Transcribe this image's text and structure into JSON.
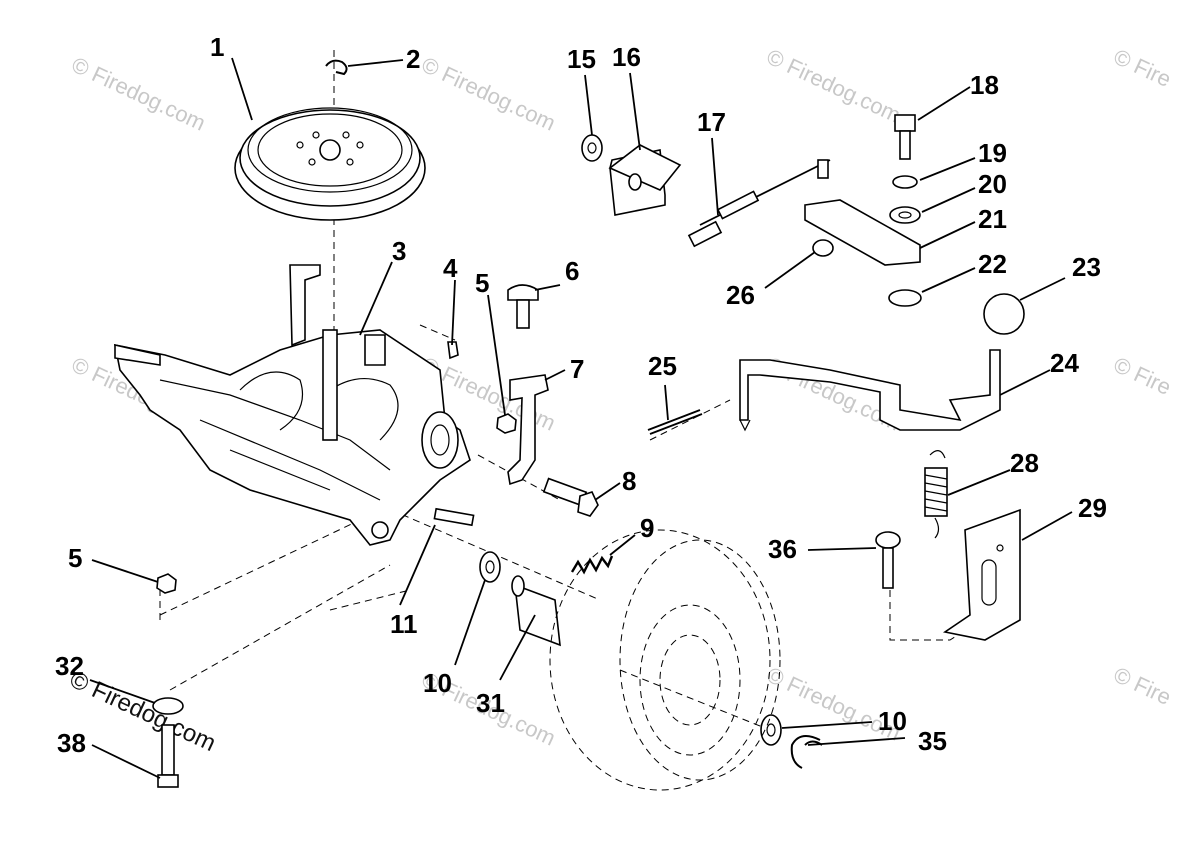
{
  "watermark": {
    "text": "© Firedog.com",
    "fragment": "© Fire"
  },
  "callouts": {
    "c1": "1",
    "c2": "2",
    "c3": "3",
    "c4": "4",
    "c5a": "5",
    "c5b": "5",
    "c6": "6",
    "c7": "7",
    "c8": "8",
    "c9": "9",
    "c10a": "10",
    "c10b": "10",
    "c11": "11",
    "c15": "15",
    "c16": "16",
    "c17": "17",
    "c18": "18",
    "c19": "19",
    "c20": "20",
    "c21": "21",
    "c22": "22",
    "c23": "23",
    "c24": "24",
    "c25": "25",
    "c26": "26",
    "c28": "28",
    "c29": "29",
    "c31": "31",
    "c32": "32",
    "c35": "35",
    "c36": "36",
    "c38": "38"
  }
}
